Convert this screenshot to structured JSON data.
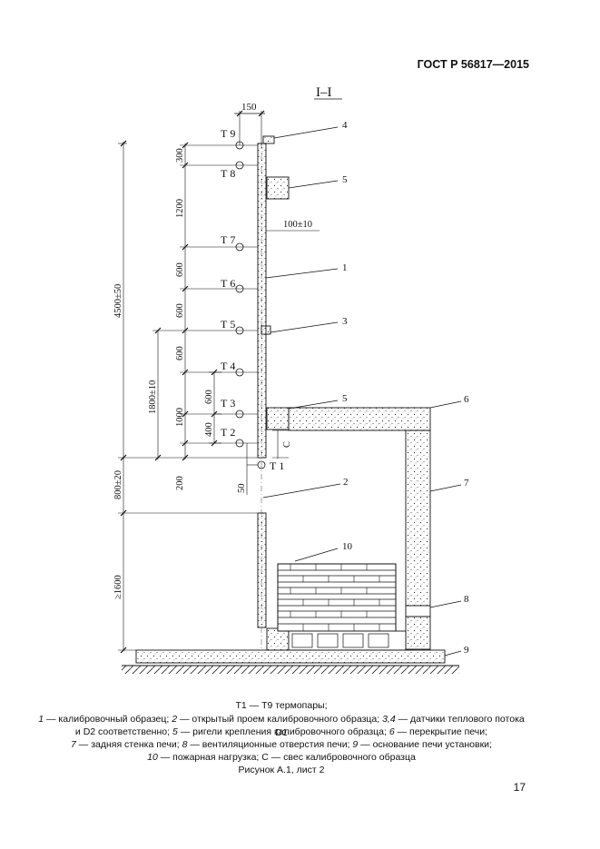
{
  "header": {
    "standard": "ГОСТ Р 56817—2015"
  },
  "drawing": {
    "section": "I–I",
    "top_dim": "150",
    "thermocouples": [
      "Т 9",
      "Т 8",
      "Т 7",
      "Т 6",
      "Т 5",
      "Т 4",
      "Т 3",
      "Т 2",
      "Т 1"
    ],
    "dims": {
      "d300": "300",
      "d1200": "1200",
      "d600a": "600",
      "d600b": "600",
      "d600c": "600",
      "d1000": "1000",
      "d600d": "600",
      "d400": "400",
      "d200": "200",
      "d50": "50",
      "d4500": "4500±50",
      "d1800": "1800±10",
      "d800": "800±20",
      "d1600": "≥1600",
      "d100": "100±10",
      "c": "С"
    },
    "callouts": [
      "4",
      "5",
      "1",
      "3",
      "5",
      "6",
      "7",
      "2",
      "10",
      "8",
      "9"
    ]
  },
  "caption": {
    "line1": "Т1 — Т9 термопары;",
    "l2_n1": "1",
    "l2_t1": " — калибровочный образец; ",
    "l2_n2": "2",
    "l2_t2": " — открытый проем калибровочного образца; ",
    "l2_n3": "3,4",
    "l2_t3": " — датчики теплового потока D1",
    "l3_t0": "и D2 соответственно; ",
    "l3_n1": "5",
    "l3_t1": " — ригели крепления калибровочного образца; ",
    "l3_n2": "6",
    "l3_t2": " — перекрытие печи;",
    "l4_n1": "7",
    "l4_t1": " — задняя стенка печи; ",
    "l4_n2": "8",
    "l4_t2": " — вентиляционные отверстия печи; ",
    "l4_n3": "9",
    "l4_t3": " — основание печи установки;",
    "l5_n1": "10",
    "l5_t1": " — пожарная нагрузка; С — свес калибровочного образца"
  },
  "figure_title": "Рисунок А.1, лист 2",
  "page_number": "17"
}
